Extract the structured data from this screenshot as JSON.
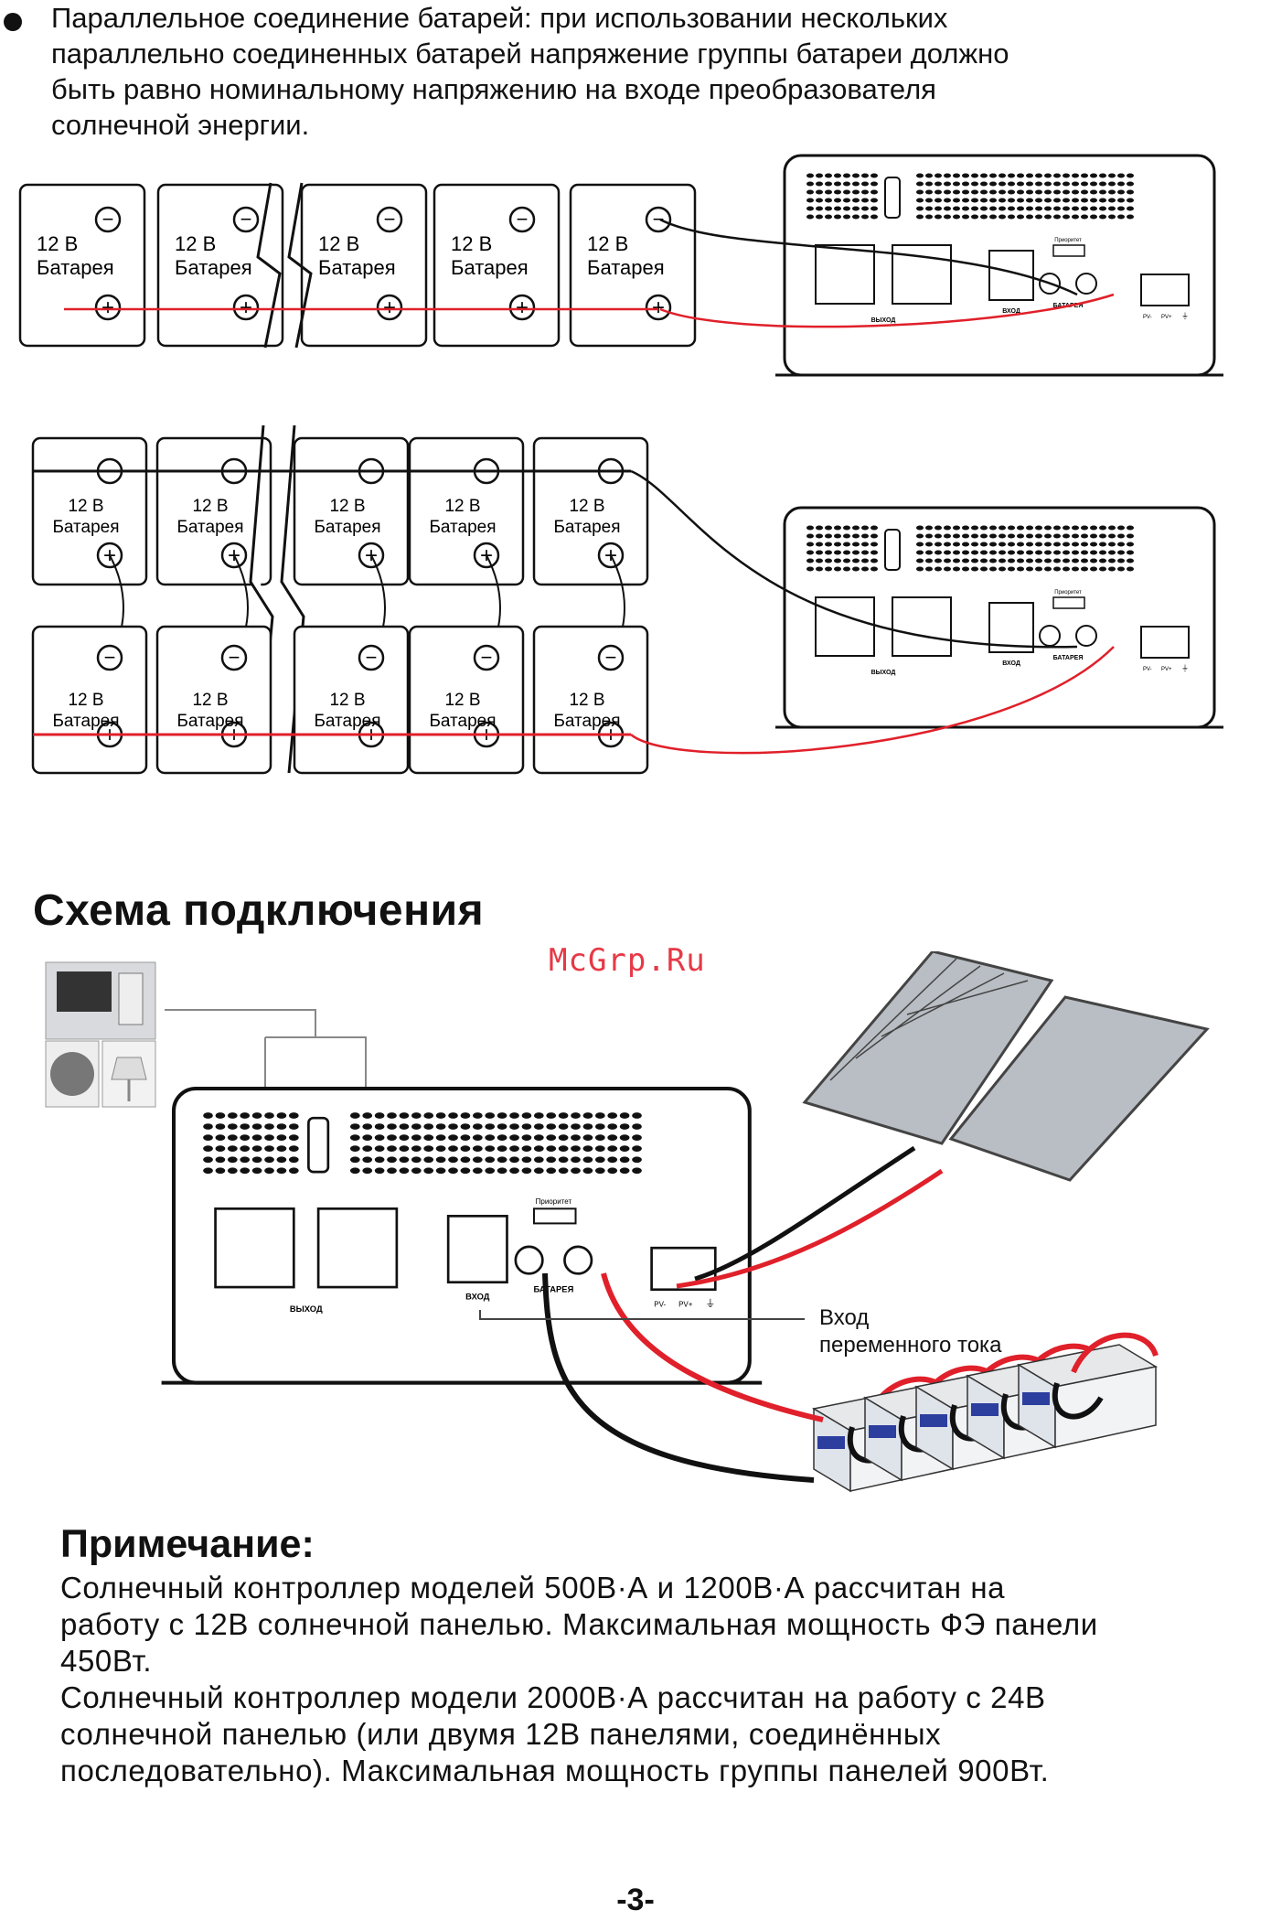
{
  "intro": {
    "text": "Параллельное соединение батарей: при использовании нескольких\nпараллельно соединенных батарей напряжение группы батареи должно\nбыть равно номинальному напряжению на входе преобразователя\nсолнечной энергии."
  },
  "battery": {
    "voltage": "12 В",
    "name": "Батарея",
    "minus": "−",
    "plus": "+"
  },
  "inverter": {
    "output_label": "ВЫХОД",
    "input_label": "ВХОД",
    "battery_label": "БАТАРЕЯ",
    "priority_label": "Приоритет",
    "pv_minus": "PV-",
    "pv_plus": "PV+",
    "ground": "⏚"
  },
  "section": {
    "title": "Схема подключения",
    "watermark": "McGrp.Ru",
    "ac_input_label": "Вход\nпеременного тока"
  },
  "note": {
    "title": "Примечание:",
    "text": "Солнечный контроллер моделей  500В·А и 1200В·А рассчитан на\nработу с 12В солнечной панелью. Максимальная мощность ФЭ панели\n450Вт.\nСолнечный контроллер модели 2000В·А рассчитан на работу с 24В\nсолнечной панелью (или двумя 12В панелями, соединённых\nпоследовательно). Максимальная мощность группы панелей 900Вт."
  },
  "page": {
    "number": "-3-"
  },
  "colors": {
    "wire_red": "#e0202a",
    "wire_black": "#111111",
    "panel": "#9aa0a6"
  }
}
